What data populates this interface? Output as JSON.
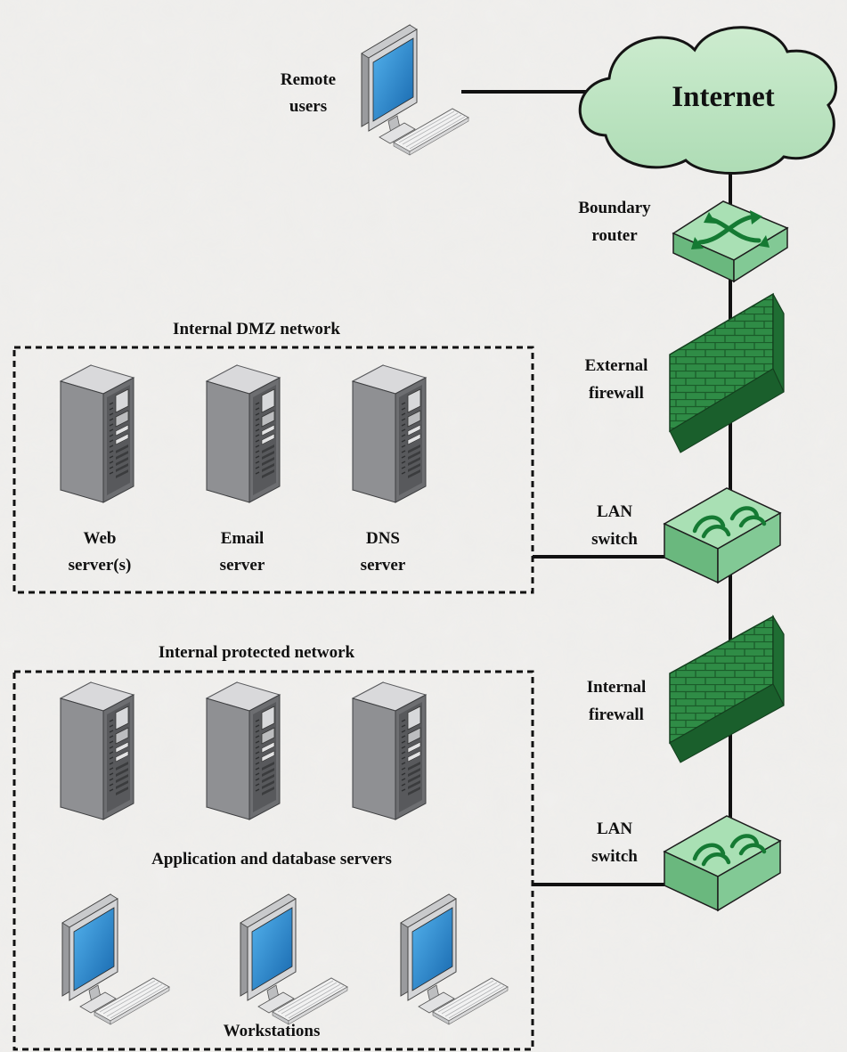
{
  "remote_users": {
    "line1": "Remote",
    "line2": "users"
  },
  "internet": {
    "label": "Internet"
  },
  "boundary_router": {
    "line1": "Boundary",
    "line2": "router"
  },
  "external_firewall": {
    "line1": "External",
    "line2": "firewall"
  },
  "lan_switch_1": {
    "line1": "LAN",
    "line2": "switch"
  },
  "internal_firewall": {
    "line1": "Internal",
    "line2": "firewall"
  },
  "lan_switch_2": {
    "line1": "LAN",
    "line2": "switch"
  },
  "dmz": {
    "title": "Internal DMZ network",
    "servers": [
      {
        "line1": "Web",
        "line2": "server(s)"
      },
      {
        "line1": "Email",
        "line2": "server"
      },
      {
        "line1": "DNS",
        "line2": "server"
      }
    ]
  },
  "protected": {
    "title": "Internal protected network",
    "servers_label": "Application and database servers",
    "workstations_label": "Workstations"
  },
  "colors": {
    "cloud_fill": "#bfe3c4",
    "device_green": "#8fd6a0",
    "firewall_green": "#2e8b45",
    "screen_blue": "#1f7fc8",
    "server_gray": "#8f9093"
  }
}
